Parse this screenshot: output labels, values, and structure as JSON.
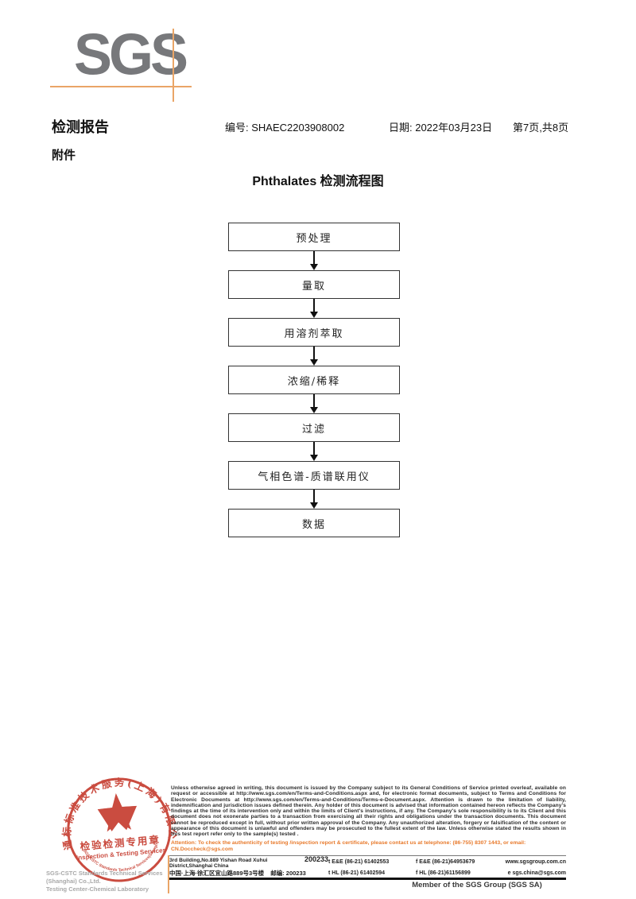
{
  "logo": {
    "text": "SGS"
  },
  "header": {
    "report_title": "检测报告",
    "report_no": "编号: SHAEC2203908002",
    "date": "日期: 2022年03月23日",
    "page": "第7页,共8页",
    "attachment": "附件",
    "flow_title": "Phthalates 检测流程图"
  },
  "flowchart": {
    "steps": [
      "预处理",
      "量取",
      "用溶剂萃取",
      "浓缩/稀释",
      "过滤",
      "气相色谱-质谱联用仪",
      "数据"
    ]
  },
  "stamp": {
    "arc_text": "通标标准技术服务(上海)有限公司",
    "center_line1": "检验检测专用章",
    "center_line2": "Inspection & Testing Services",
    "bottom_arc_text": "SGS-CSTC Standards Technical Services(Shanghai)Co.,Ltd."
  },
  "company": {
    "line1": "SGS-CSTC Standards Technical Services (Shanghai) Co.,Ltd.",
    "line2": "Testing Center-Chemical Laboratory"
  },
  "legal": {
    "paragraph": "Unless otherwise agreed in writing, this document is issued by the Company subject to its General Conditions of Service printed overleaf, available on request or accessible at http://www.sgs.com/en/Terms-and-Conditions.aspx and, for electronic format documents, subject to Terms and Conditions for Electronic Documents at http://www.sgs.com/en/Terms-and-Conditions/Terms-e-Document.aspx. Attention is drawn to the limitation of liability, indemnification and jurisdiction issues defined therein. Any holder of this document is advised that information contained hereon reflects the Company's findings at the time of its intervention only and within the limits of Client's instructions, if any. The Company's sole responsibility is to its Client and this document does not exonerate parties to a transaction from exercising all their rights and obligations under the transaction documents. This document cannot be reproduced except in full, without prior written approval of the Company. Any unauthorized alteration, forgery or falsification of the content or appearance of this document is unlawful and offenders may be prosecuted to the fullest extent of the law. Unless otherwise stated the results shown in this test report refer only to the sample(s) tested .",
    "attention": "Attention: To check the authenticity of testing /inspection report & certificate, please contact us at telephone: (86-755) 8307 1443, or email: CN.Doccheck@sgs.com"
  },
  "address": {
    "en_address": "3rd Building,No.889 Yishan Road Xuhui District,Shanghai China",
    "en_postcode": "200233",
    "cn_address": "中国·上海·徐汇区宜山路889号3号楼",
    "cn_postcode": "邮编: 200233",
    "tel1": "t E&E (86-21) 61402553",
    "fax1": "f E&E (86-21)64953679",
    "web": "www.sgsgroup.com.cn",
    "tel2": "t HL (86-21) 61402594",
    "fax2": "f HL (86-21)61156899",
    "email": "e  sgs.china@sgs.com"
  },
  "footer": {
    "member_text": "Member of the SGS Group (SGS SA)"
  },
  "colors": {
    "logo_gray": "#77787b",
    "accent_orange": "#eaa567",
    "stamp_red": "#c63d30",
    "attention_orange": "#e87a2c"
  }
}
